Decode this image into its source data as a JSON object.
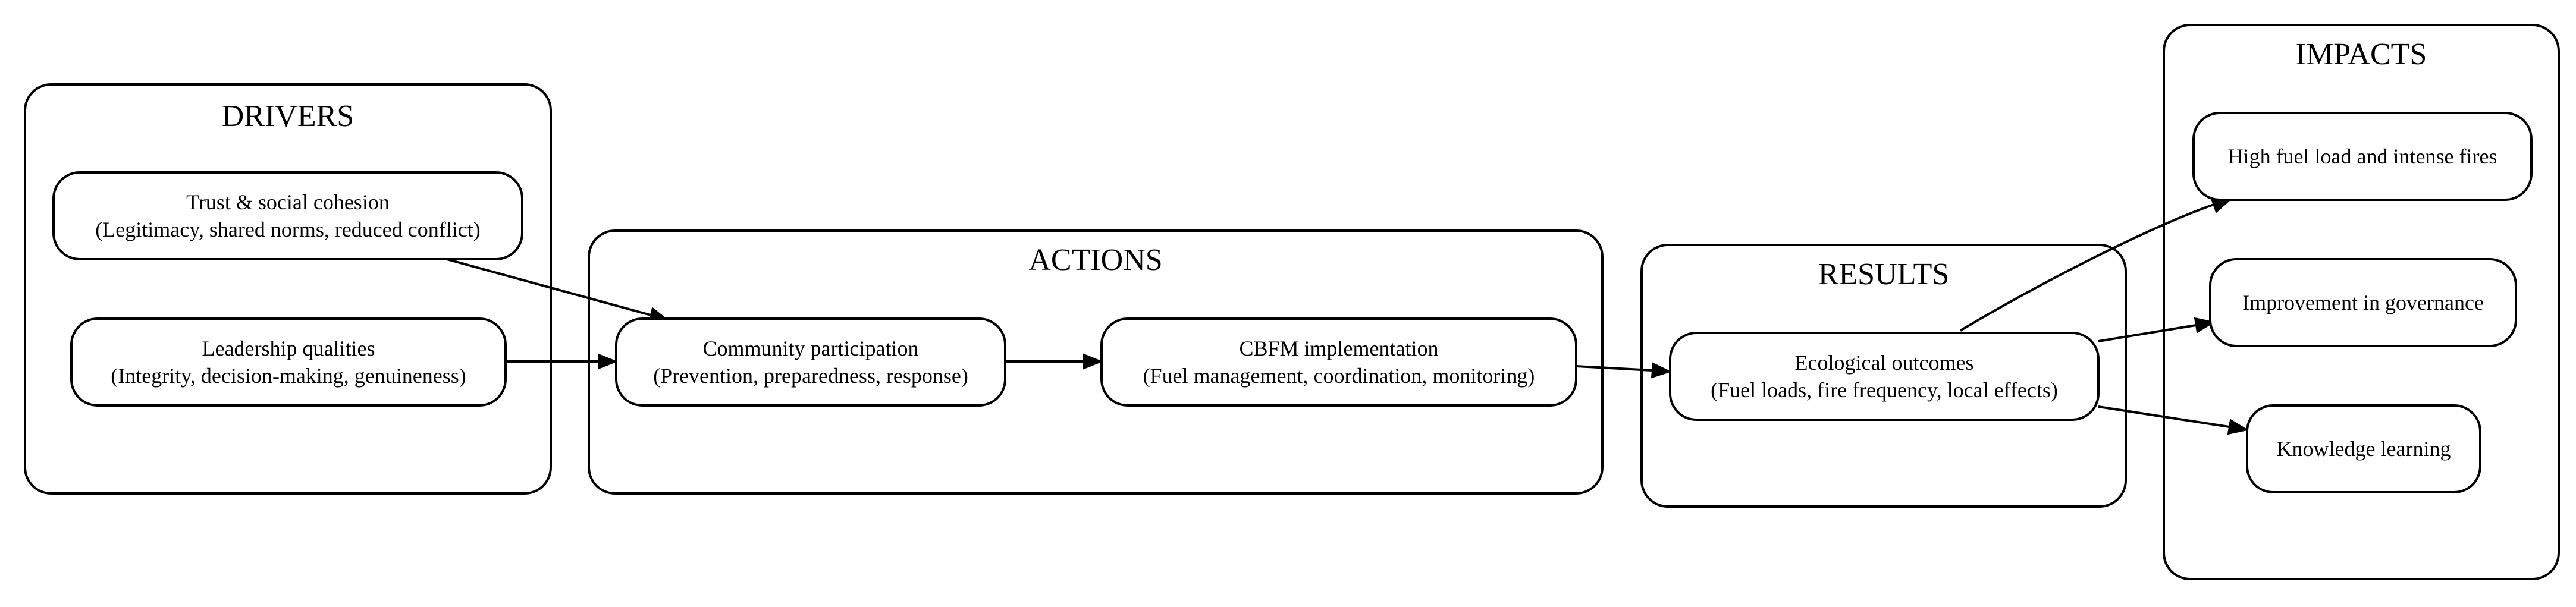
{
  "clusters": {
    "drivers": {
      "title": "DRIVERS"
    },
    "actions": {
      "title": "ACTIONS"
    },
    "results": {
      "title": "RESULTS"
    },
    "impacts": {
      "title": "IMPACTS"
    }
  },
  "nodes": {
    "trust": {
      "line1": "Trust & social cohesion",
      "line2": "(Legitimacy, shared norms, reduced conflict)"
    },
    "leadership": {
      "line1": "Leadership qualities",
      "line2": "(Integrity, decision-making, genuineness)"
    },
    "participation": {
      "line1": "Community participation",
      "line2": "(Prevention, preparedness, response)"
    },
    "cbfm": {
      "line1": "CBFM implementation",
      "line2": "(Fuel management, coordination, monitoring)"
    },
    "ecological": {
      "line1": "Ecological outcomes",
      "line2": "(Fuel loads, fire frequency, local effects)"
    },
    "fuel_load": {
      "line1": "High fuel load and intense fires"
    },
    "governance": {
      "line1": "Improvement in governance"
    },
    "knowledge": {
      "line1": "Knowledge learning"
    }
  },
  "edges": [
    {
      "from": "Trust & social cohesion",
      "to": "Community participation"
    },
    {
      "from": "Leadership qualities",
      "to": "Community participation"
    },
    {
      "from": "Community participation",
      "to": "CBFM implementation"
    },
    {
      "from": "CBFM implementation",
      "to": "Ecological outcomes"
    },
    {
      "from": "Ecological outcomes",
      "to": "High fuel load and intense fires"
    },
    {
      "from": "Ecological outcomes",
      "to": "Improvement in governance"
    },
    {
      "from": "Ecological outcomes",
      "to": "Knowledge learning"
    }
  ],
  "colors": {
    "stroke": "#000000",
    "background": "#ffffff"
  }
}
